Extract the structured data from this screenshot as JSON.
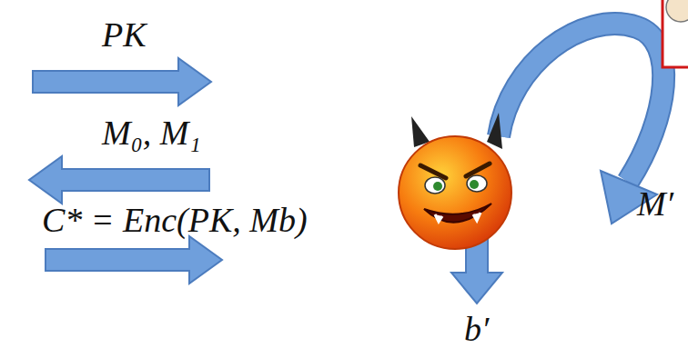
{
  "diagram": {
    "labels": [
      "PK",
      "M₀, M₁",
      "C* = Enc(PK, Mb)",
      "M′",
      "b′"
    ]
  }
}
